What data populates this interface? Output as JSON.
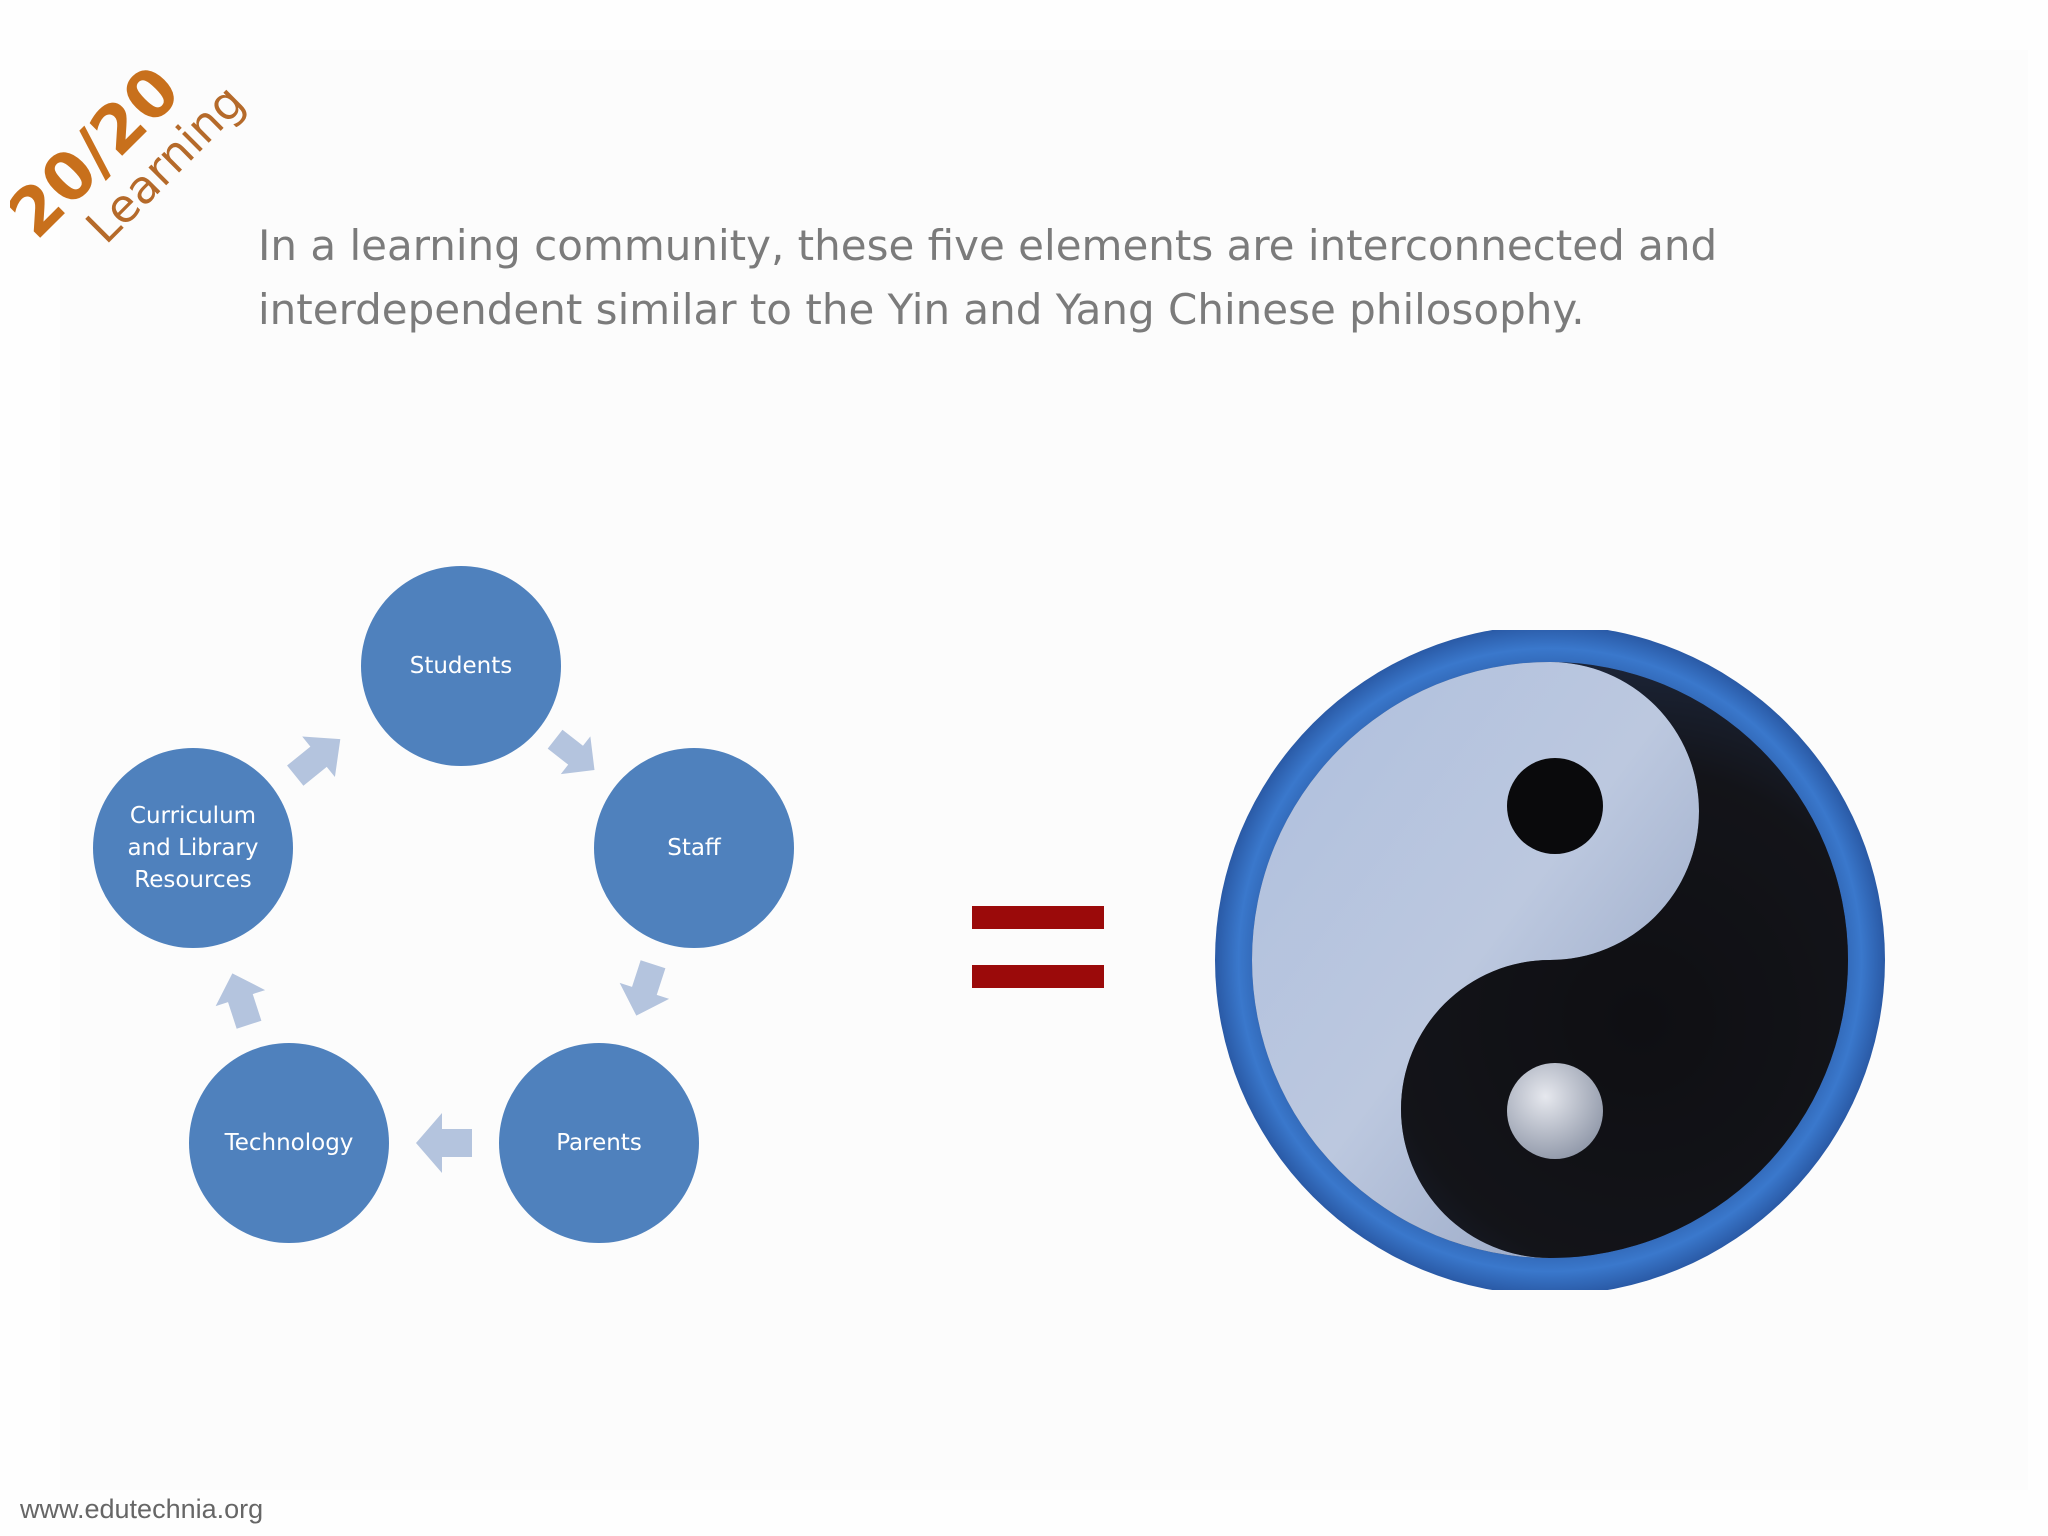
{
  "logo": {
    "number_text": "20/20",
    "word_text": "Learning",
    "color": "#c8701c"
  },
  "headline": {
    "line1": "In a learning community, these five elements are interconnected and",
    "line2": "interdependent similar to the Yin and Yang Chinese philosophy."
  },
  "cycle": {
    "node_color": "#4f81bd",
    "arrow_color": "#b4c4de",
    "nodes": [
      {
        "lines": [
          "Students"
        ]
      },
      {
        "lines": [
          "Staff"
        ]
      },
      {
        "lines": [
          "Parents"
        ]
      },
      {
        "lines": [
          "Technology"
        ]
      },
      {
        "lines": [
          "Curriculum",
          "and Library",
          "Resources"
        ]
      }
    ]
  },
  "equals_color": "#9b0a0a",
  "yin_yang_icon": "yin-yang-icon",
  "footer": {
    "text": "www.edutechnia.org"
  }
}
